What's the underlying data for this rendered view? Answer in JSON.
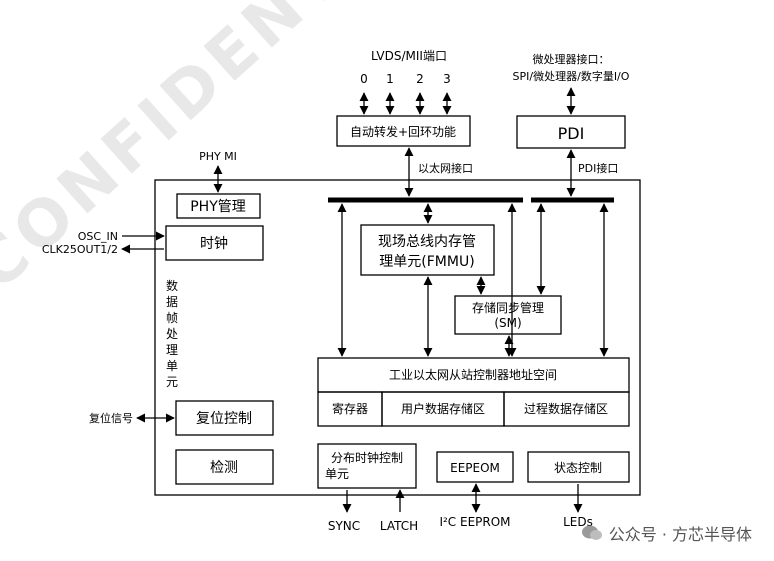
{
  "diagram": {
    "ports": {
      "lvds_title": "LVDS/MII端口",
      "port_numbers": [
        "0",
        "1",
        "2",
        "3"
      ],
      "mcu_title_line1": "微处理器接口：",
      "mcu_title_line2": "SPI/微处理器/数字量I/O",
      "phy_mi": "PHY MI",
      "ethernet_interface": "以太网接口",
      "pdi_interface": "PDI接口",
      "osc_in": "OSC_IN",
      "clk25out": "CLK25OUT1/2",
      "reset_signal": "复位信号",
      "sync": "SYNC",
      "latch": "LATCH",
      "i2c_eeprom": "I²C EEPROM",
      "leds": "LEDs"
    },
    "blocks": {
      "auto_forward": "自动转发+回环功能",
      "pdi": "PDI",
      "phy_mgmt": "PHY管理",
      "clock": "时钟",
      "fmmu_line1": "现场总线内存管",
      "fmmu_line2": "理单元(FMMU)",
      "sm_line1": "存储同步管理",
      "sm_line2": "(SM)",
      "address_space": "工业以太网从站控制器地址空间",
      "registers": "寄存器",
      "user_data": "用户数据存储区",
      "process_data": "过程数据存储区",
      "reset_control": "复位控制",
      "detect": "检测",
      "dist_clock_line1": "分布时钟控制",
      "dist_clock_line2": "单元",
      "eepeom": "EEPEOM",
      "status_control": "状态控制"
    },
    "vertical_label": [
      "数",
      "据",
      "帧",
      "处",
      "理",
      "单",
      "元"
    ]
  },
  "watermark": {
    "text": "CONFIDENTIAL NCIENCE CONFIDENTIAL",
    "footer": "公众号 · 方芯半导体"
  }
}
